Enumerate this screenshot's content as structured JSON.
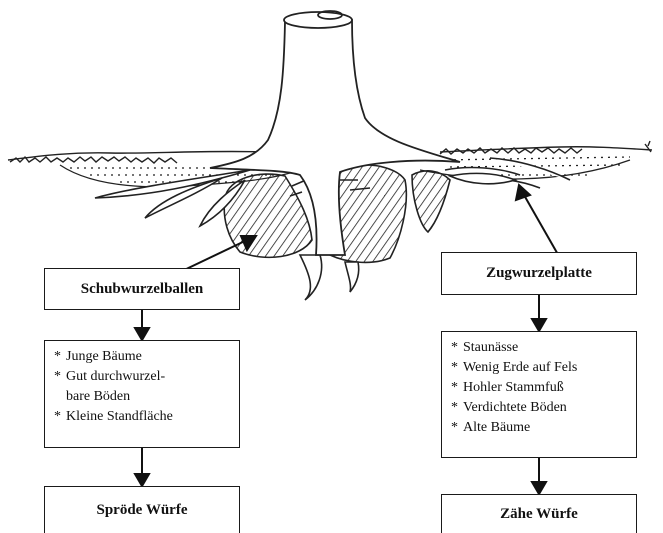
{
  "left": {
    "title": "Schubwurzelballen",
    "conditions": [
      "Junge Bäume",
      "Gut durchwurzel-\nbare Böden",
      "Kleine Standfläche"
    ],
    "result": "Spröde Würfe"
  },
  "right": {
    "title": "Zugwurzelplatte",
    "conditions": [
      "Staunässe",
      "Wenig Erde auf Fels",
      "Hohler Stammfuß",
      "Verdichtete Böden",
      "Alte Bäume"
    ],
    "result": "Zähe Würfe"
  },
  "bullet": "*",
  "colors": {
    "ink": "#1a1a1a",
    "background": "#ffffff"
  }
}
